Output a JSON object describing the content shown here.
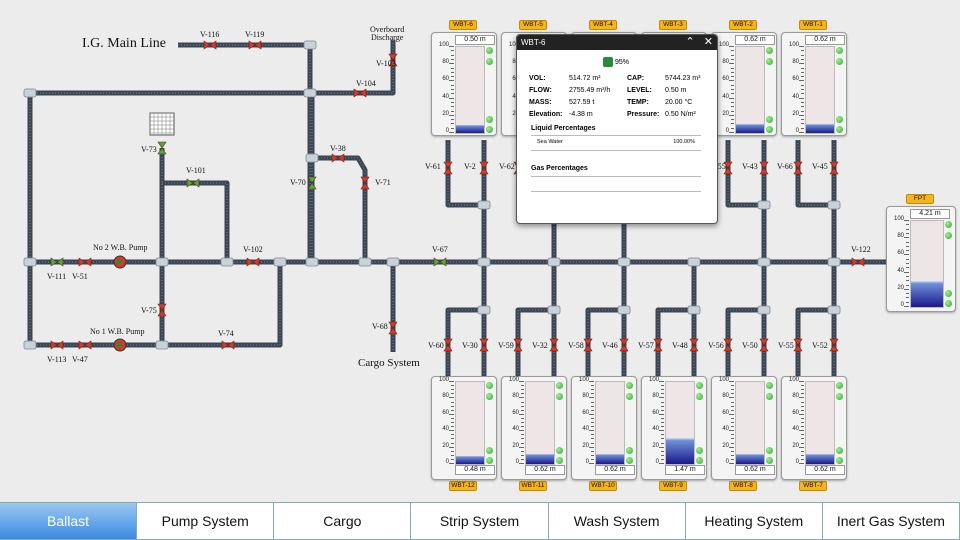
{
  "labels": {
    "ig_main_line": "I.G. Main Line",
    "overboard_discharge": "Overboard\nDischarge",
    "cargo_system": "Cargo System",
    "no2_pump": "No 2 W.B. Pump",
    "no1_pump": "No 1 W.B. Pump"
  },
  "valves": [
    "V-116",
    "V-119",
    "V-103",
    "V-104",
    "V-73",
    "V-101",
    "V-38",
    "V-70",
    "V-71",
    "V-111",
    "V-51",
    "V-102",
    "V-67",
    "V-75",
    "V-74",
    "V-68",
    "V-113",
    "V-47",
    "V-61",
    "V-2",
    "V-62",
    "V-55",
    "V-43",
    "V-66",
    "V-45",
    "V-122",
    "V-60",
    "V-30",
    "V-59",
    "V-32",
    "V-58",
    "V-46",
    "V-57",
    "V-48",
    "V-56",
    "V-50",
    "V-55",
    "V-52"
  ],
  "top_tanks": [
    {
      "tag": "WBT-6",
      "reading": "0.50 m",
      "level": 0.09
    },
    {
      "tag": "WBT-5",
      "reading": "",
      "level": 0.09
    },
    {
      "tag": "WBT-4",
      "reading": "",
      "level": 0.09
    },
    {
      "tag": "WBT-3",
      "reading": "",
      "level": 0.09
    },
    {
      "tag": "WBT-2",
      "reading": "0.62 m",
      "level": 0.11
    },
    {
      "tag": "WBT-1",
      "reading": "0.62 m",
      "level": 0.11
    }
  ],
  "bottom_tanks": [
    {
      "tag": "WBT-12",
      "reading": "0.48 m",
      "level": 0.1
    },
    {
      "tag": "WBT-11",
      "reading": "0.62 m",
      "level": 0.12
    },
    {
      "tag": "WBT-10",
      "reading": "0.62 m",
      "level": 0.12
    },
    {
      "tag": "WBT-9",
      "reading": "1.47 m",
      "level": 0.32
    },
    {
      "tag": "WBT-8",
      "reading": "0.62 m",
      "level": 0.12
    },
    {
      "tag": "WBT-7",
      "reading": "0.62 m",
      "level": 0.12
    }
  ],
  "fpt": {
    "tag": "FPT",
    "reading": "4.21 m",
    "level": 0.3
  },
  "scale": [
    "100",
    "80",
    "60",
    "40",
    "20",
    "0"
  ],
  "popup": {
    "title": "WBT-6",
    "percent": "95%",
    "min_icon": "chevron-up-icon",
    "close_icon": "close-icon",
    "vol_label": "VOL:",
    "vol": "514.72 m³",
    "cap_label": "CAP:",
    "cap": "5744.23 m³",
    "flow_label": "FLOW:",
    "flow": "2755.49 m³/h",
    "level_label": "LEVEL:",
    "level": "0.50 m",
    "mass_label": "MASS:",
    "mass": "527.59 t",
    "temp_label": "TEMP:",
    "temp": "20.00 °C",
    "elev_label": "Elevation:",
    "elev": "-4.38 m",
    "press_label": "Pressure:",
    "press": "0.50 N/m²",
    "liquid_title": "Liquid Percentages",
    "liquid_name": "Sea Water",
    "liquid_pct": "100.00%",
    "gas_title": "Gas Percentages"
  },
  "nav": [
    "Ballast",
    "Pump System",
    "Cargo",
    "Strip System",
    "Wash System",
    "Heating System",
    "Inert Gas System"
  ],
  "nav_active": 0,
  "colors": {
    "pipe": "#3b4654",
    "valve": "#d23b2a",
    "valve_open": "#3cb43c",
    "tag": "#f5b41a",
    "nav_active": "#3a8be0"
  }
}
